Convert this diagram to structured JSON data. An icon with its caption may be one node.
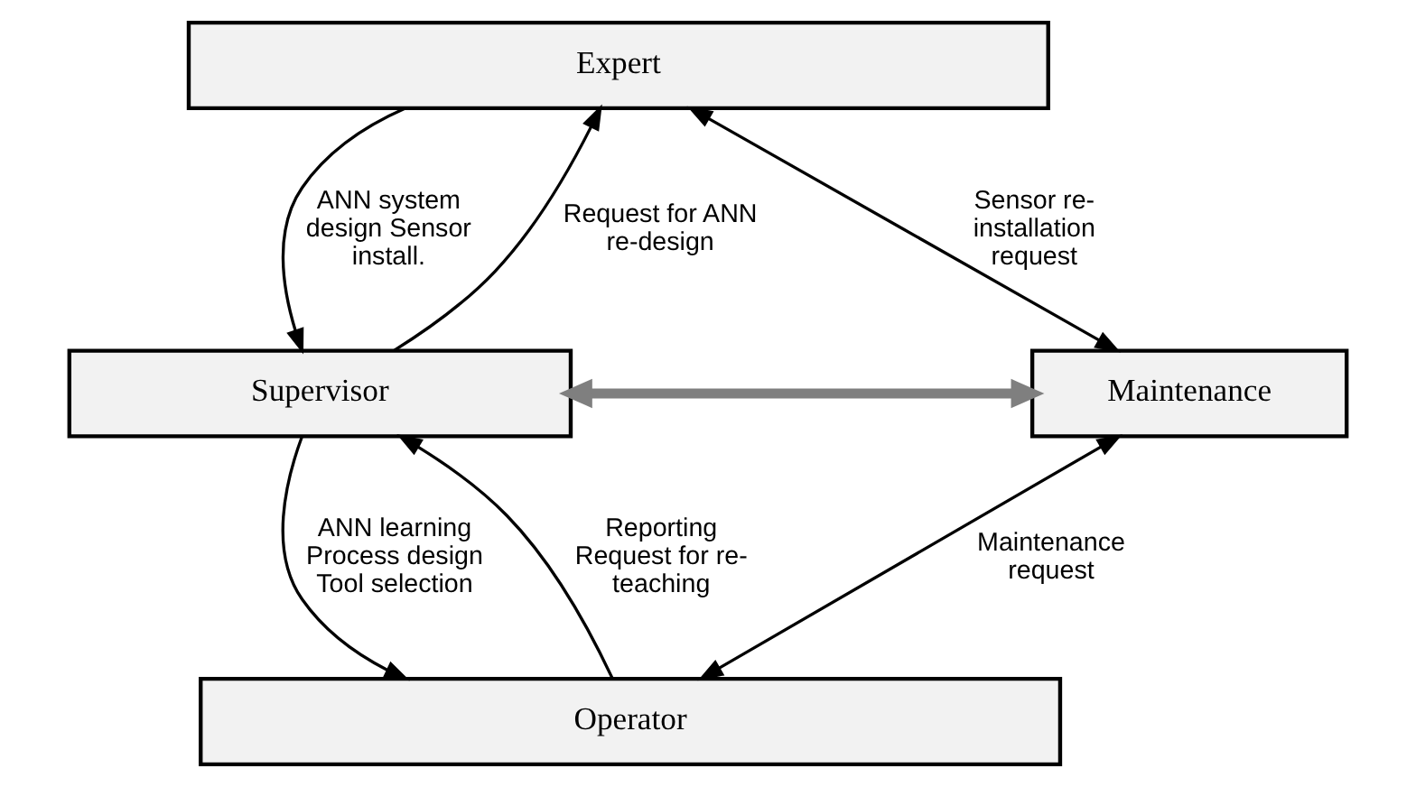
{
  "diagram": {
    "nodes": [
      {
        "text": [
          "Expert"
        ]
      },
      {
        "text": [
          "Supervisor"
        ]
      },
      {
        "text": [
          "Maintenance"
        ]
      },
      {
        "text": [
          "Operator"
        ]
      }
    ],
    "edges": [
      {
        "from": 0,
        "to": 1,
        "arrow": "to",
        "label": "ANN system design Sensor install."
      },
      {
        "from": 1,
        "to": 0,
        "arrow": "to",
        "label": "Request for ANN re-design"
      },
      {
        "from": 0,
        "to": 2,
        "arrow": "both",
        "label": "Sensor re-installation request"
      },
      {
        "from": 1,
        "to": 2,
        "arrow": "both",
        "style": "thick",
        "color": "#7f7f7f"
      },
      {
        "from": 1,
        "to": 3,
        "arrow": "to",
        "label": "ANN learning Process design Tool selection"
      },
      {
        "from": 3,
        "to": 1,
        "arrow": "to",
        "label": "Reporting Request for re-teaching"
      },
      {
        "from": 2,
        "to": 3,
        "arrow": "both",
        "label": "Maintenance request"
      }
    ]
  }
}
